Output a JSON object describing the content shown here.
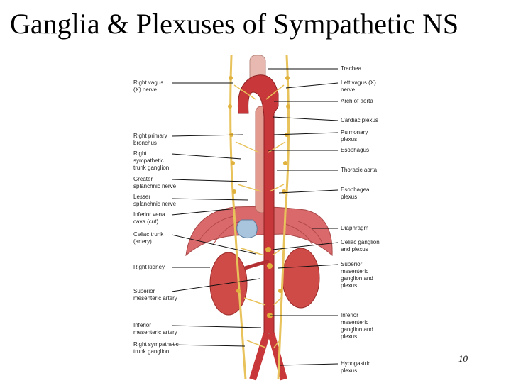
{
  "slide": {
    "title": "Ganglia & Plexuses of Sympathetic NS",
    "number": "10"
  },
  "labels": {
    "left": [
      "Right vagus\n(X) nerve",
      "Right primary\nbronchus",
      "Right\nsympathetic\ntrunk ganglion",
      "Greater\nsplanchnic nerve",
      "Lesser\nsplanchnic nerve",
      "Inferior vena\ncava (cut)",
      "Celiac trunk\n(artery)",
      "Right kidney",
      "Superior\nmesenteric artery",
      "Inferior\nmesenteric artery",
      "Right sympathetic\ntrunk ganglion"
    ],
    "right": [
      "Trachea",
      "Left vagus (X)\nnerve",
      "Arch of aorta",
      "Cardiac plexus",
      "Pulmonary\nplexus",
      "Esophagus",
      "Thoracic aorta",
      "Esophageal\nplexus",
      "Diaphragm",
      "Celiac ganglion\nand plexus",
      "Superior\nmesenteric\nganglion and\nplexus",
      "Inferior\nmesenteric\nganglion and\nplexus",
      "Hypogastric\nplexus"
    ]
  },
  "colors": {
    "artery": "#c8383a",
    "organ": "#d96a6a",
    "nerve": "#e8c25a",
    "leader": "#111111"
  }
}
